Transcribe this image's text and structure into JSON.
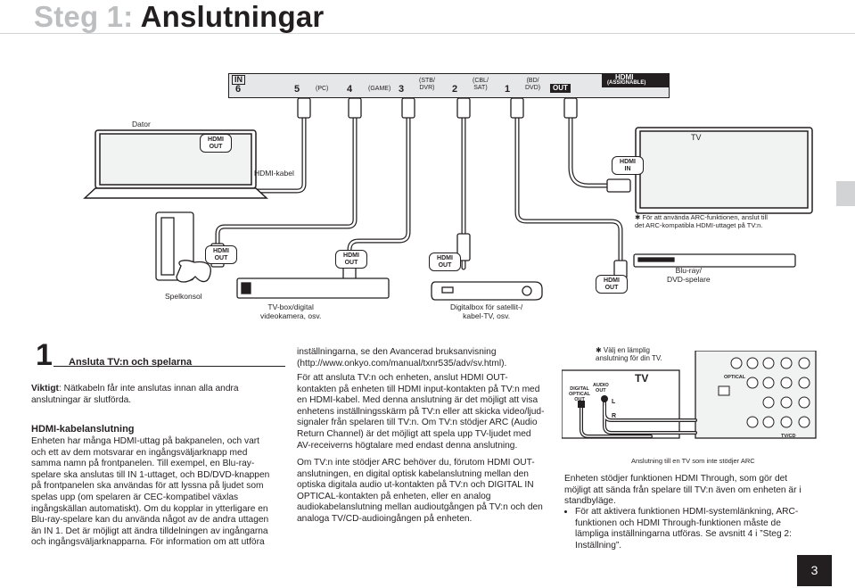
{
  "page": {
    "title_prefix": "Steg 1:",
    "title_main": " Anslutningar",
    "page_number": "3"
  },
  "receiver": {
    "in_label": "IN",
    "ports": [
      {
        "num": "6",
        "name": ""
      },
      {
        "num": "5",
        "name": "(PC)"
      },
      {
        "num": "4",
        "name": "(GAME)"
      },
      {
        "num": "3",
        "name": "(STB/\nDVR)"
      },
      {
        "num": "2",
        "name": "(CBL/\nSAT)"
      },
      {
        "num": "1",
        "name": "(BD/\nDVD)"
      }
    ],
    "out_label": "OUT",
    "hdmi_label": "HDMI",
    "assignable_label": "(ASSIGNABLE)"
  },
  "devices": {
    "computer": "Dator",
    "computer_port": "HDMI\nOUT",
    "cable": "HDMI-kabel",
    "tv": "TV",
    "tv_port": "HDMI\nIN",
    "arc_note": "✱ För att använda ARC-funktionen, anslut till\ndet ARC-kompatibla HDMI-uttaget på TV:n.",
    "console": "Spelkonsol",
    "console_port": "HDMI\nOUT",
    "tvbox_port": "HDMI\nOUT",
    "tvbox": "TV-box/digital\nvideokamera, osv.",
    "stb_port": "HDMI\nOUT",
    "stb": "Digitalbox för satellit-/\nkabel-TV, osv.",
    "bluray_port": "HDMI\nOUT",
    "bluray": "Blu-ray/\nDVD-spelare"
  },
  "section": {
    "number": "1",
    "heading": "Ansluta TV:n och spelarna",
    "important_label": "Viktigt",
    "important_text": ": Nätkabeln får inte anslutas innan alla andra anslutningar är slutförda.",
    "subheading": "HDMI-kabelanslutning",
    "col1_text": "Enheten har många HDMI-uttag på bakpanelen, och vart och ett av dem motsvarar en ingångsväljarknapp med samma namn på frontpanelen. Till exempel, en Blu-ray-spelare ska anslutas till IN 1-uttaget, och BD/DVD-knappen på frontpanelen ska användas för att lyssna på ljudet som spelas upp (om spelaren är CEC-kompatibel växlas ingångskällan automatiskt). Om du kopplar in ytterligare en Blu-ray-spelare kan du använda något av de andra uttagen än IN 1. Det är möjligt att ändra tilldelningen av ingångarna och ingångsväljarknapparna. För information om att utföra",
    "col2_p1": "inställningarna, se den Avancerad bruksanvisning (http://www.onkyo.com/manual/txnr535/adv/sv.html).",
    "col2_p2": "För att ansluta TV:n och enheten, anslut HDMI OUT-kontakten på enheten till HDMI input-kontakten på TV:n med en HDMI-kabel. Med denna anslutning är det möjligt att visa enhetens inställningsskärm på TV:n eller att skicka video/ljud-signaler från spelaren till TV:n. Om TV:n stödjer ARC (Audio Return Channel) är det möjligt att spela upp TV-ljudet med AV-receiverns högtalare med endast denna anslutning.",
    "col2_p3": "Om TV:n inte stödjer ARC behöver du, förutom HDMI OUT-anslutningen, en digital optisk kabelanslutning mellan den optiska digitala audio ut-kontakten på TV:n och DIGITAL IN OPTICAL-kontakten på enheten, eller en analog audiokabelanslutning mellan audioutgången på TV:n och den analoga TV/CD-audioingången på enheten."
  },
  "arc_diagram": {
    "note": "✱ Välj en lämplig\nanslutning för din TV.",
    "tv_label": "TV",
    "digital_optical_out": "DIGITAL\nOPTICAL\nOUT",
    "audio_out": "AUDIO\nOUT",
    "l": "L",
    "r": "R",
    "optical": "OPTICAL",
    "caption": "Anslutning till en TV som inte stödjer ARC",
    "tvcd": "TV/CD"
  },
  "col3": {
    "p1": "Enheten stödjer funktionen HDMI Through, som gör det möjligt att sända från spelare till TV:n även om enheten är i standbyläge.",
    "bullet": "För att aktivera funktionen HDMI-systemlänkning, ARC-funktionen och HDMI Through-funktionen måste de lämpliga inställningarna utföras. Se avsnitt 4 i ”Steg 2: Inställning”."
  },
  "colors": {
    "dark": "#231f20",
    "gray_tab": "#d1d3d4",
    "title_gray": "#bcbec0"
  }
}
